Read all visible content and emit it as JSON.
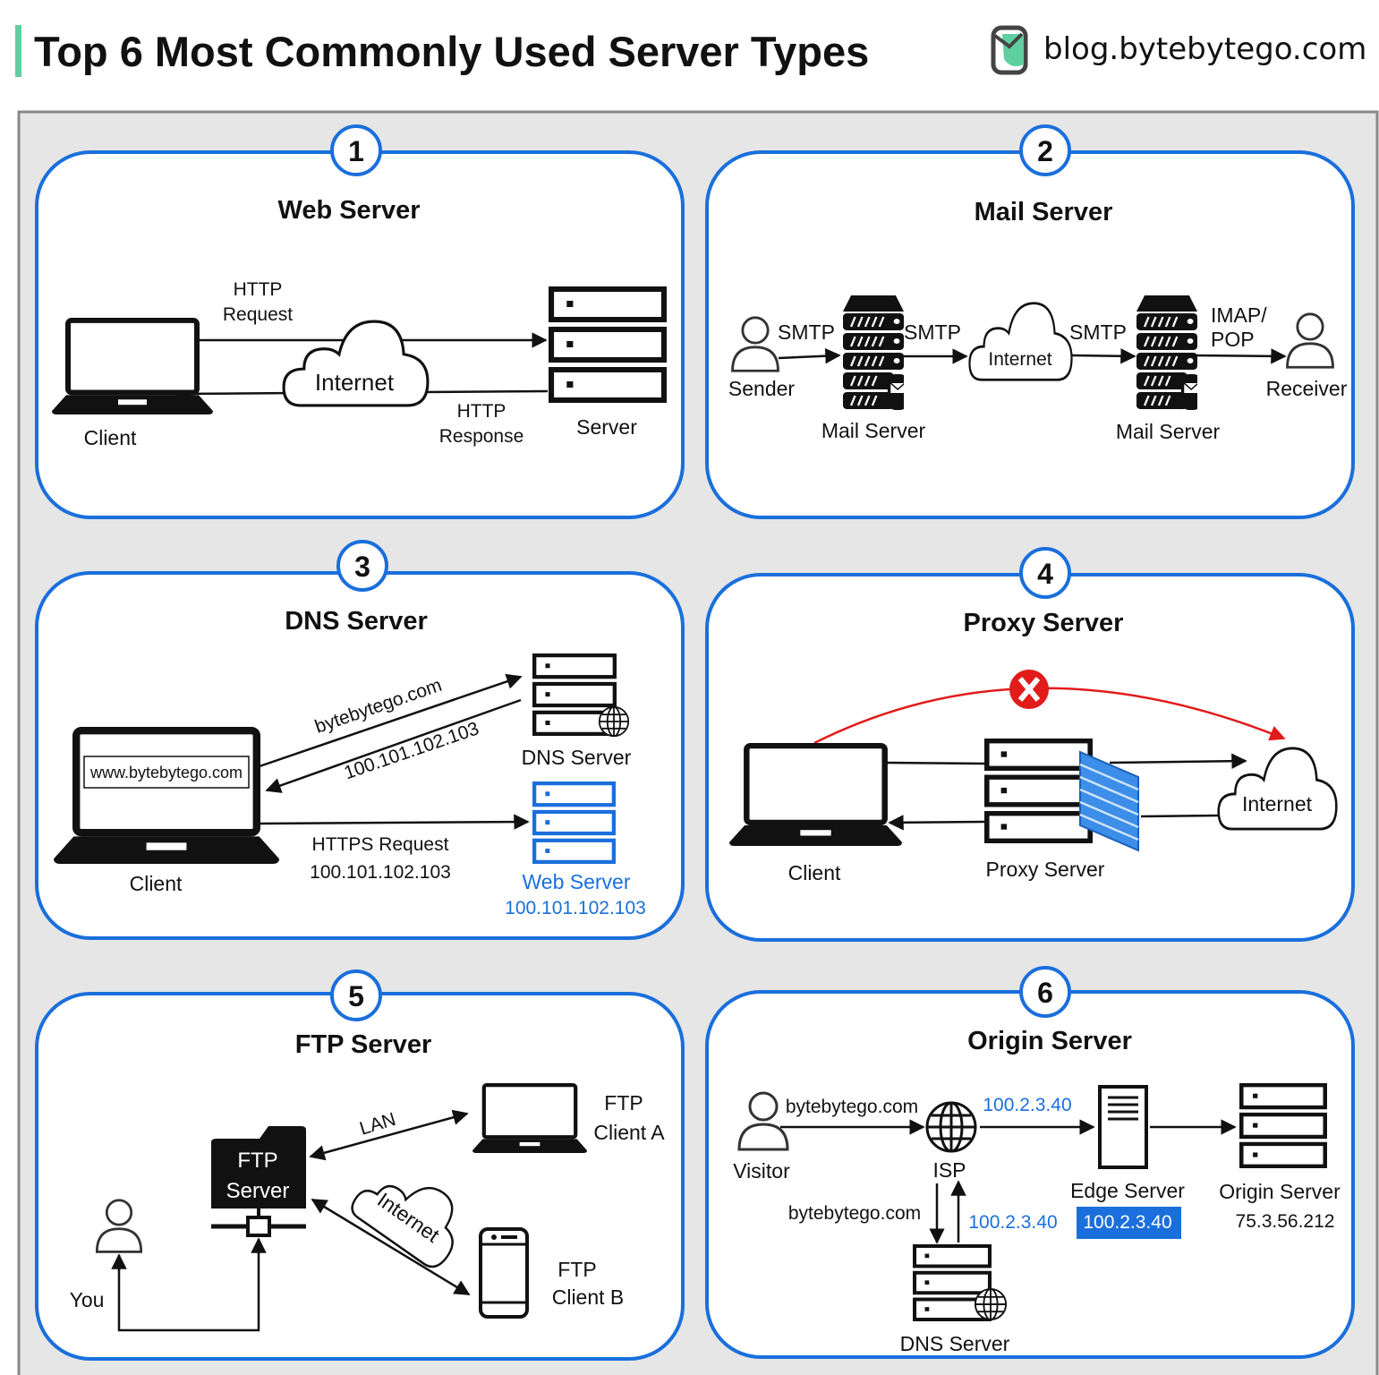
{
  "header": {
    "title": "Top 6 Most Commonly Used Server Types",
    "brand": "blog.bytebytego.com",
    "accent": "#5fcf9f",
    "logo": "bytebytego-logo-icon"
  },
  "colors": {
    "panel_border": "#1a6fdc",
    "background": "#e6e6e6",
    "blocked": "#e21b1b"
  },
  "panels": [
    {
      "number": "1",
      "title": "Web Server",
      "client": "Client",
      "request_1": "HTTP",
      "request_2": "Request",
      "internet": "Internet",
      "response_1": "HTTP",
      "response_2": "Response",
      "server": "Server"
    },
    {
      "number": "2",
      "title": "Mail Server",
      "sender": "Sender",
      "smtp_1": "SMTP",
      "mail_server_1": "Mail Server",
      "smtp_2": "SMTP",
      "internet": "Internet",
      "smtp_3": "SMTP",
      "mail_server_2": "Mail Server",
      "imap_1": "IMAP/",
      "imap_2": "POP",
      "receiver": "Receiver"
    },
    {
      "number": "3",
      "title": "DNS Server",
      "url": "www.bytebytego.com",
      "client": "Client",
      "query": "bytebytego.com",
      "answer": "100.101.102.103",
      "dns_server": "DNS Server",
      "https_1": "HTTPS Request",
      "https_2": "100.101.102.103",
      "web_server": "Web Server",
      "web_ip": "100.101.102.103"
    },
    {
      "number": "4",
      "title": "Proxy Server",
      "client": "Client",
      "proxy": "Proxy Server",
      "internet": "Internet"
    },
    {
      "number": "5",
      "title": "FTP Server",
      "ftp_1": "FTP",
      "ftp_2": "Server",
      "lan": "LAN",
      "internet": "Internet",
      "client_a_1": "FTP",
      "client_a_2": "Client A",
      "client_b_1": "FTP",
      "client_b_2": "Client B",
      "you": "You"
    },
    {
      "number": "6",
      "title": "Origin Server",
      "visitor": "Visitor",
      "query_1": "bytebytego.com",
      "isp": "ISP",
      "ip_1": "100.2.3.40",
      "edge": "Edge Server",
      "origin": "Origin Server",
      "origin_ip": "75.3.56.212",
      "query_2": "bytebytego.com",
      "ip_2": "100.2.3.40",
      "edge_ip": "100.2.3.40",
      "dns_server": "DNS Server"
    }
  ]
}
